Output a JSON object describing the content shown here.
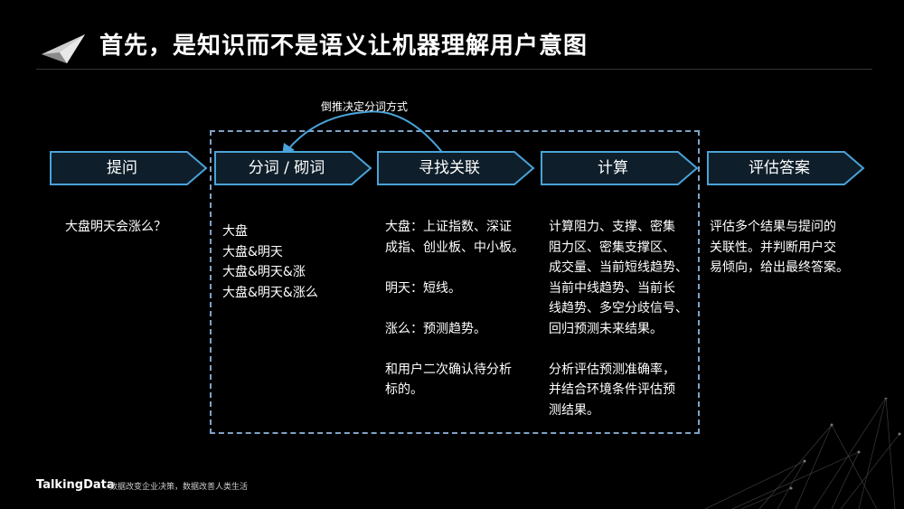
{
  "slide": {
    "title": "首先，是知识而不是语义让机器理解用户意图",
    "reverse_label": "倒推决定分词方式"
  },
  "steps": [
    {
      "label": "提问"
    },
    {
      "label": "分词 / 砌词"
    },
    {
      "label": "寻找关联"
    },
    {
      "label": "计算"
    },
    {
      "label": "评估答案"
    }
  ],
  "columns": [
    {
      "text": "大盘明天会涨么？"
    },
    {
      "text": "大盘\n大盘&明天\n大盘&明天&涨\n大盘&明天&涨么"
    },
    {
      "text": "大盘：上证指数、深证\n成指、创业板、中小板。\n\n明天：短线。\n\n涨么：预测趋势。\n\n和用户二次确认待分析\n标的。"
    },
    {
      "text": "计算阻力、支撑、密集\n阻力区、密集支撑区、\n成交量、当前短线趋势、\n当前中线趋势、当前长\n线趋势、多空分歧信号、\n回归预测未来结果。\n\n分析评估预测准确率，\n并结合环境条件评估预\n测结果。"
    },
    {
      "text": "评估多个结果与提问的\n关联性。并判断用户交\n易倾向，给出最终答案。"
    }
  ],
  "footer": {
    "brand": "TalkingData",
    "slogan": "数据改变企业决策，数据改善人类生活"
  },
  "colors": {
    "arrow_stroke": "#4aa3d9",
    "arrow_fill": "#0e1e2a",
    "dashed_border": "#7fa3c6"
  }
}
